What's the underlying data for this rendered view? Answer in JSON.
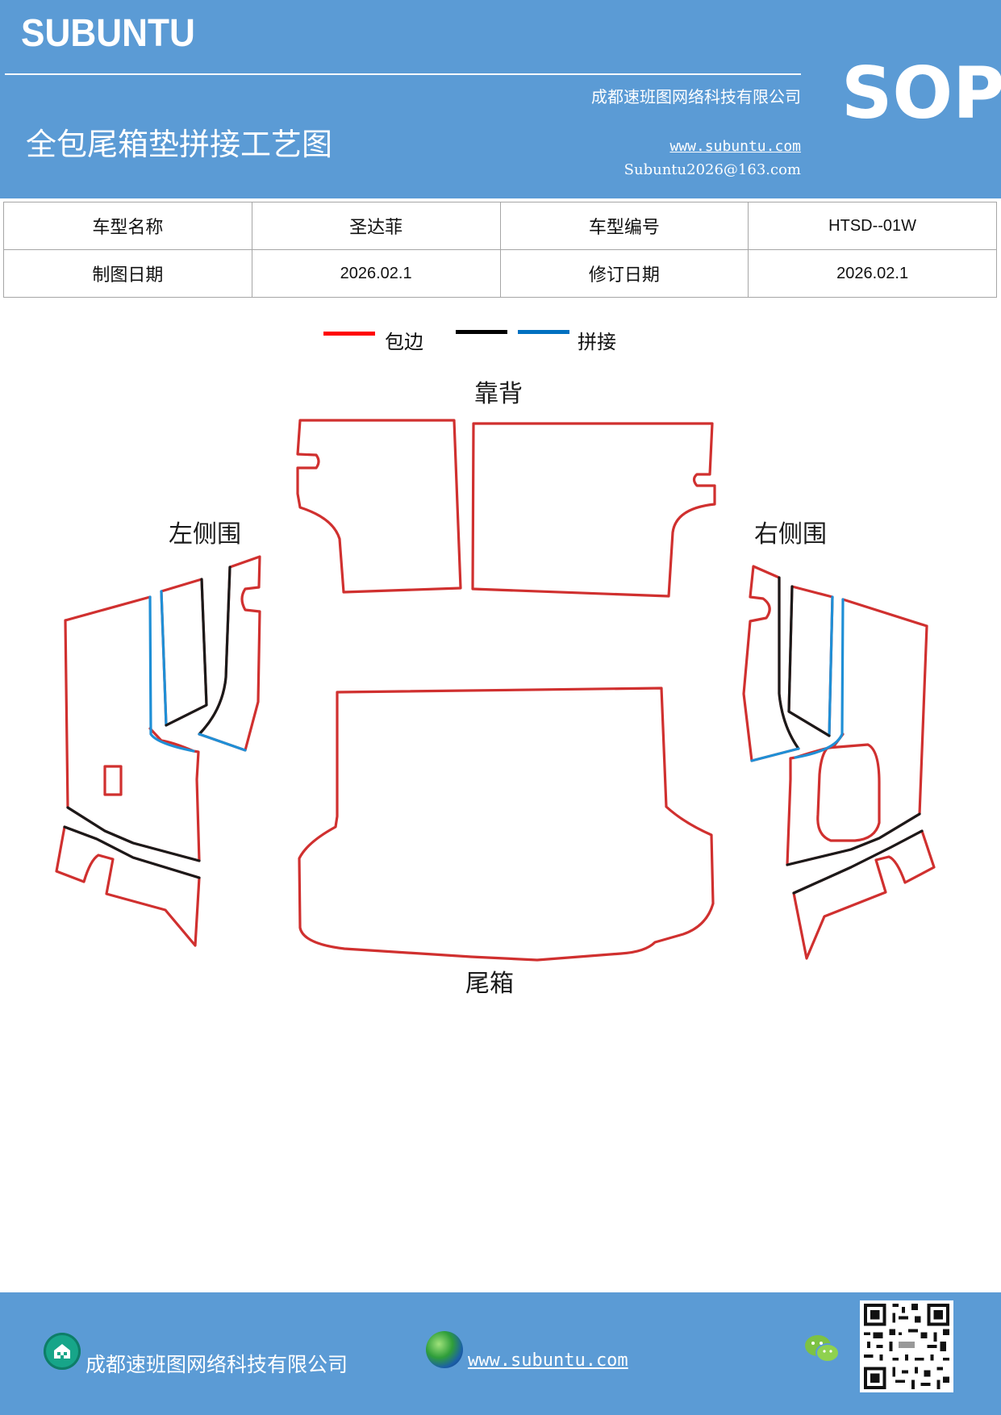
{
  "header": {
    "brand": "SUBUNTU",
    "company": "成都速班图网络科技有限公司",
    "title": "全包尾箱垫拼接工艺图",
    "website": "www.subuntu.com",
    "email": "Subuntu2026@163.com",
    "badge": "SOP"
  },
  "info": {
    "model_name_label": "车型名称",
    "model_name_value": "圣达菲",
    "model_code_label": "车型编号",
    "model_code_value": "HTSD--01W",
    "draw_date_label": "制图日期",
    "draw_date_value": "2026.02.1",
    "revise_date_label": "修订日期",
    "revise_date_value": "2026.02.1"
  },
  "legend": {
    "items": [
      {
        "label": "包边",
        "color": "#ff0000"
      },
      {
        "label": "",
        "color": "#000000"
      },
      {
        "label": "拼接",
        "color": "#0070c0"
      }
    ]
  },
  "drawing": {
    "labels": {
      "backrest": "靠背",
      "left_side": "左侧围",
      "right_side": "右侧围",
      "trunk": "尾箱"
    },
    "colors": {
      "edge": "#d0302f",
      "seam": "#1a1a1a",
      "splice": "#1f8fd6"
    }
  },
  "footer": {
    "company": "成都速班图网络科技有限公司",
    "website": "www.subuntu.com",
    "home_icon": "building-icon",
    "globe_icon": "globe-icon",
    "wechat_icon": "wechat-icon"
  }
}
